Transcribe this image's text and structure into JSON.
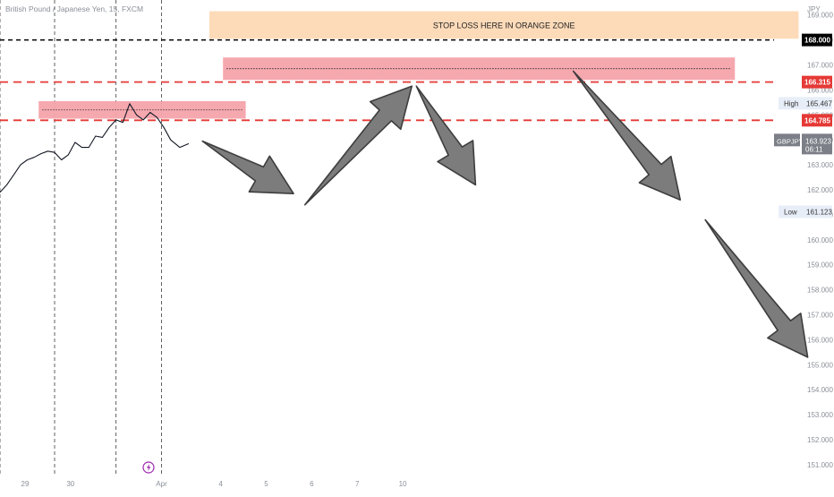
{
  "header": {
    "symbol_description": "British Pound / Japanese Yen, 15, FXCM"
  },
  "chart_data": {
    "type": "line",
    "currency_label": "JPY",
    "y_range": [
      150.6,
      169.6
    ],
    "y_ticks": [
      151.0,
      152.0,
      153.0,
      154.0,
      155.0,
      156.0,
      157.0,
      158.0,
      159.0,
      160.0,
      161.0,
      162.0,
      163.0,
      164.0,
      165.0,
      166.0,
      167.0,
      168.0,
      169.0
    ],
    "x_ticks": [
      {
        "label": "29",
        "x": 27.9
      },
      {
        "label": "30",
        "x": 28.9
      },
      {
        "label": "Apr",
        "x": 30.9
      },
      {
        "label": "4",
        "x": 32.2
      },
      {
        "label": "5",
        "x": 33.2
      },
      {
        "label": "6",
        "x": 34.2
      },
      {
        "label": "7",
        "x": 35.2
      },
      {
        "label": "10",
        "x": 36.2
      }
    ],
    "x_range": [
      27.35,
      44.95
    ],
    "price_series": {
      "name": "GBPJPY",
      "x": [
        27.35,
        27.5,
        27.65,
        27.8,
        27.95,
        28.1,
        28.25,
        28.4,
        28.55,
        28.7,
        28.85,
        29.0,
        29.15,
        29.3,
        29.45,
        29.6,
        29.75,
        29.9,
        30.05,
        30.2,
        30.35,
        30.5,
        30.65,
        30.8,
        30.95,
        31.1,
        31.3,
        31.5
      ],
      "y": [
        161.9,
        162.2,
        162.6,
        163.0,
        163.2,
        163.3,
        163.45,
        163.55,
        163.5,
        163.2,
        163.4,
        163.9,
        163.7,
        163.7,
        164.15,
        164.1,
        164.5,
        164.8,
        164.7,
        165.45,
        165.0,
        164.8,
        165.1,
        164.9,
        164.5,
        164.0,
        163.7,
        163.85
      ]
    },
    "horizontal_levels": [
      {
        "price": 168.0,
        "style": "black-dashed",
        "label": "168.000"
      },
      {
        "price": 166.315,
        "style": "red-dashed",
        "label": "166.315"
      },
      {
        "price": 164.785,
        "style": "red-dashed",
        "label": "164.785"
      }
    ],
    "zones": [
      {
        "name": "orange_stop_zone",
        "x_from": 31.95,
        "x_to": 44.9,
        "y_from": 168.05,
        "y_to": 169.15,
        "color": "#fdd9b5",
        "text": "STOP LOSS HERE IN ORANGE ZONE"
      },
      {
        "name": "upper_supply_zone",
        "x_from": 32.25,
        "x_to": 43.5,
        "y_from": 166.4,
        "y_to": 167.3,
        "color": "#f6a3ab",
        "text": ""
      },
      {
        "name": "lower_supply_zone",
        "x_from": 28.2,
        "x_to": 32.75,
        "y_from": 164.85,
        "y_to": 165.55,
        "color": "#f6a3ab",
        "text": ""
      }
    ],
    "projected_path": [
      {
        "x": 31.8,
        "y": 163.95
      },
      {
        "x": 33.8,
        "y": 161.85
      },
      {
        "x": 34.05,
        "y": 161.4
      },
      {
        "x": 36.4,
        "y": 166.15
      },
      {
        "x": 36.5,
        "y": 166.15
      },
      {
        "x": 37.8,
        "y": 162.2
      },
      {
        "x": 39.95,
        "y": 166.75
      },
      {
        "x": 42.3,
        "y": 161.6
      },
      {
        "x": 42.85,
        "y": 160.8
      },
      {
        "x": 45.1,
        "y": 155.3
      }
    ],
    "price_tags": [
      {
        "label": "High",
        "value": "165.467",
        "price": 165.467,
        "kind": "high"
      },
      {
        "label": "GBPJPY",
        "value": "163.923",
        "sub": "06:11",
        "price": 163.923,
        "kind": "current"
      },
      {
        "label": "Low",
        "value": "161.123",
        "price": 161.123,
        "kind": "low"
      }
    ],
    "vertical_session_lines_x": [
      27.35,
      28.55,
      29.9,
      30.9
    ],
    "colors": {
      "price_line": "#131722",
      "red_level": "#e53935",
      "black_level": "#000000",
      "arrow_fill": "#7c7c7c",
      "arrow_stroke": "#3d3d3d",
      "axis_text": "#8a8f98",
      "current_tag_bg": "#7c7f87",
      "high_low_tag_bg": "#e8eef8"
    },
    "grid": false
  },
  "icons": {
    "event_marker": "lightning-icon"
  }
}
